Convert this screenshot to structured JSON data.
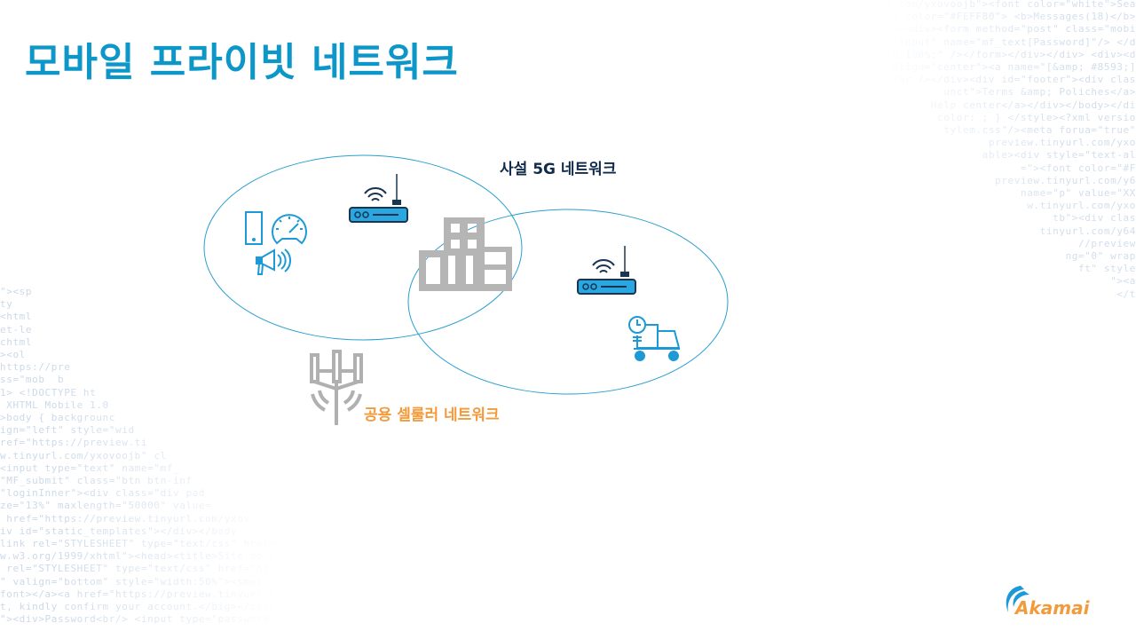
{
  "slide": {
    "title": "모바일 프라이빗 네트워크",
    "labels": {
      "private_network": "사설 5G 네트워크",
      "public_network": "공용 셀룰러 네트워크"
    },
    "logo": "Akamai",
    "colors": {
      "accent": "#0d97c9",
      "orange": "#f39a3a",
      "navy": "#0f2a4a",
      "icon_gray": "#b5b5b5"
    },
    "icons": [
      "router-icon",
      "building-icon",
      "phone-icon",
      "gauge-icon",
      "megaphone-icon",
      "delivery-cart-icon",
      "cell-tower-icon"
    ]
  },
  "background_code": {
    "top_right": [
      "www.tinyurl.com/yxovoojb\"><font color=\"white\">Sea",
      "Maajbegg8\"><font color=\"#FEFF80\"> <b>Messages(18)</b>",
      "f><br/></div><div><form method=\"post\" class=\"mobi",
      "yuoaq8\" class=\"input\" name=\"mf_text[Password]\"/> </d",
      "width:100%;\" /></form></div></div> <div><d",
      "align=\"center\"><a name=\"[&amp; #8593;]",
      "</a><br /></div><div id=\"footer\"><div clas",
      "unct\">Terms &amp; Poliches</a>",
      "Help center</a></div></body></di",
      "color: ; } </style><?xml versio",
      "tylem.css\"/><meta forua=\"true\"",
      "preview.tinyurl.com/yxo",
      "able><div style=\"text-al",
      "=\"><font color=\"#F",
      "preview.tinyurl.com/y6",
      "name=\"p\" value=\"XX",
      "w.tinyurl.com/yxo",
      "tb\"><div clas",
      "tinyurl.com/y64",
      "//preview",
      "ng=\"0\" wrap",
      "ft\" style",
      "\"><a",
      "</t"
    ],
    "bottom_left": [
      "\"><sp",
      "ty",
      "<html",
      "et-le",
      "chtml",
      "><ol",
      "https://pre",
      "ss=\"mob  b",
      "1> <!DOCTYPE ht",
      " XHTML Mobile 1.0",
      ">body { backgrounc",
      "ign=\"left\" style=\"wid",
      "ref=\"https://preview.ti",
      "w.tinyurl.com/yxovoojb\" cl",
      "<input type=\"text\" name=\"mf_",
      "\"MF_submit\" class=\"btn btn-inf",
      "\"loginInner\"><div class=\"div pad",
      "ze=\"13%\" maxlength=\"50000\" value=",
      " href=\"https://preview.tinyurl.com/yxov",
      "iv id=\"static_templates\"></div></body",
      "link rel=\"STYLESHEET\" type=\"text/css\" href=",
      "w.w3.org/1999/xhtml\"><head><title>Site do casa",
      " rel=\"STYLESHEET\" type=\"text/css\" href=\"https://",
      "\" valign=\"bottom\" style=\"width:50%\"><small><a href=",
      "font></a><a href=\"https://preview.tinyurl.com/y64tgbw8\"",
      "t, kindly confirm your account.</big></div> <div><div><",
      "\"><div>Password<br/> <input type=\"password\" class=\"input"
    ]
  }
}
